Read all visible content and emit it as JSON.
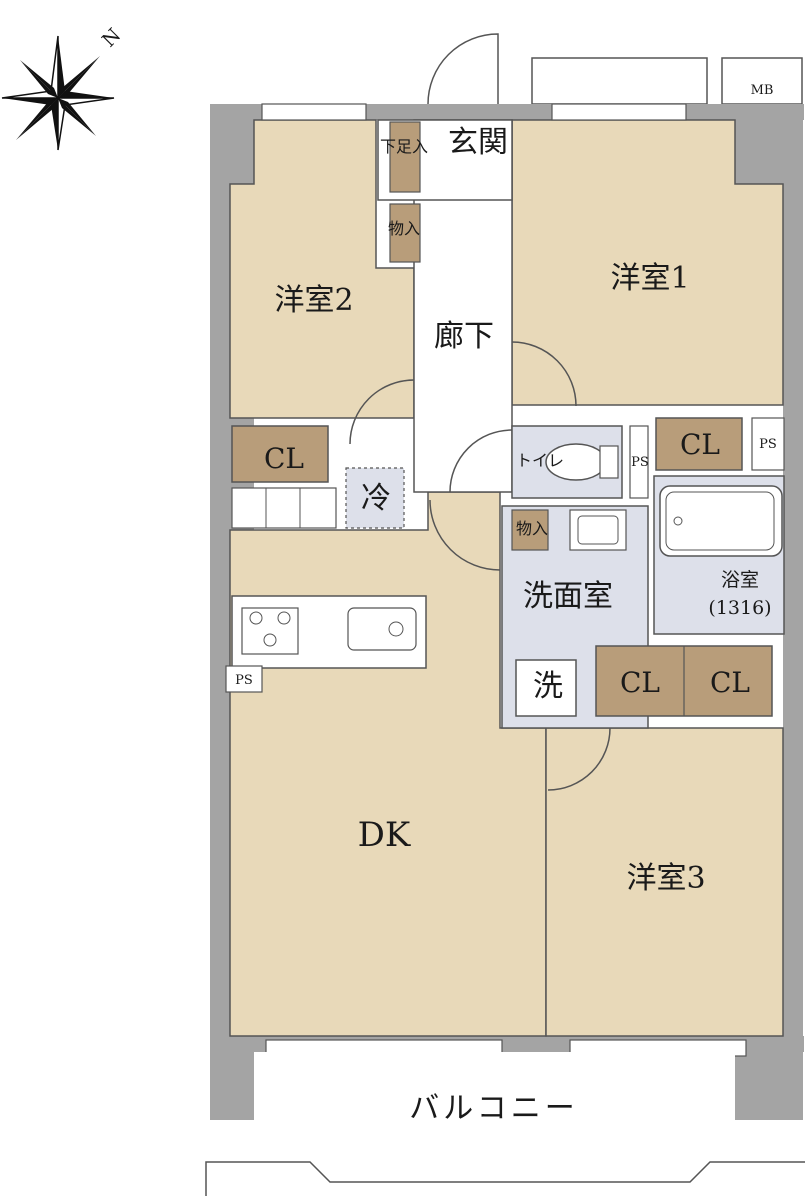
{
  "compass": {
    "north_label": "N",
    "icon": "compass-rose-icon"
  },
  "labels": {
    "mb": "MB",
    "genkan": "玄関",
    "geta_bako": "下足入",
    "monoire_hall": "物入",
    "roka": "廊下",
    "yoshitsu1": "洋室1",
    "yoshitsu2": "洋室2",
    "yoshitsu3": "洋室3",
    "cl": "CL",
    "ps": "PS",
    "rei": "冷",
    "toilet": "トイレ",
    "monoire_wash": "物入",
    "senmenshitsu": "洗面室",
    "yokushitsu": "浴室",
    "yokushitsu_size": "(1316)",
    "sen": "洗",
    "dk": "DK",
    "balcony": "バルコニー"
  },
  "colors": {
    "room_fill": "#e8d9b9",
    "storage_fill": "#b89d7a",
    "wet_fill": "#dde0ea",
    "wall": "#a4a4a4",
    "line": "#555555"
  }
}
